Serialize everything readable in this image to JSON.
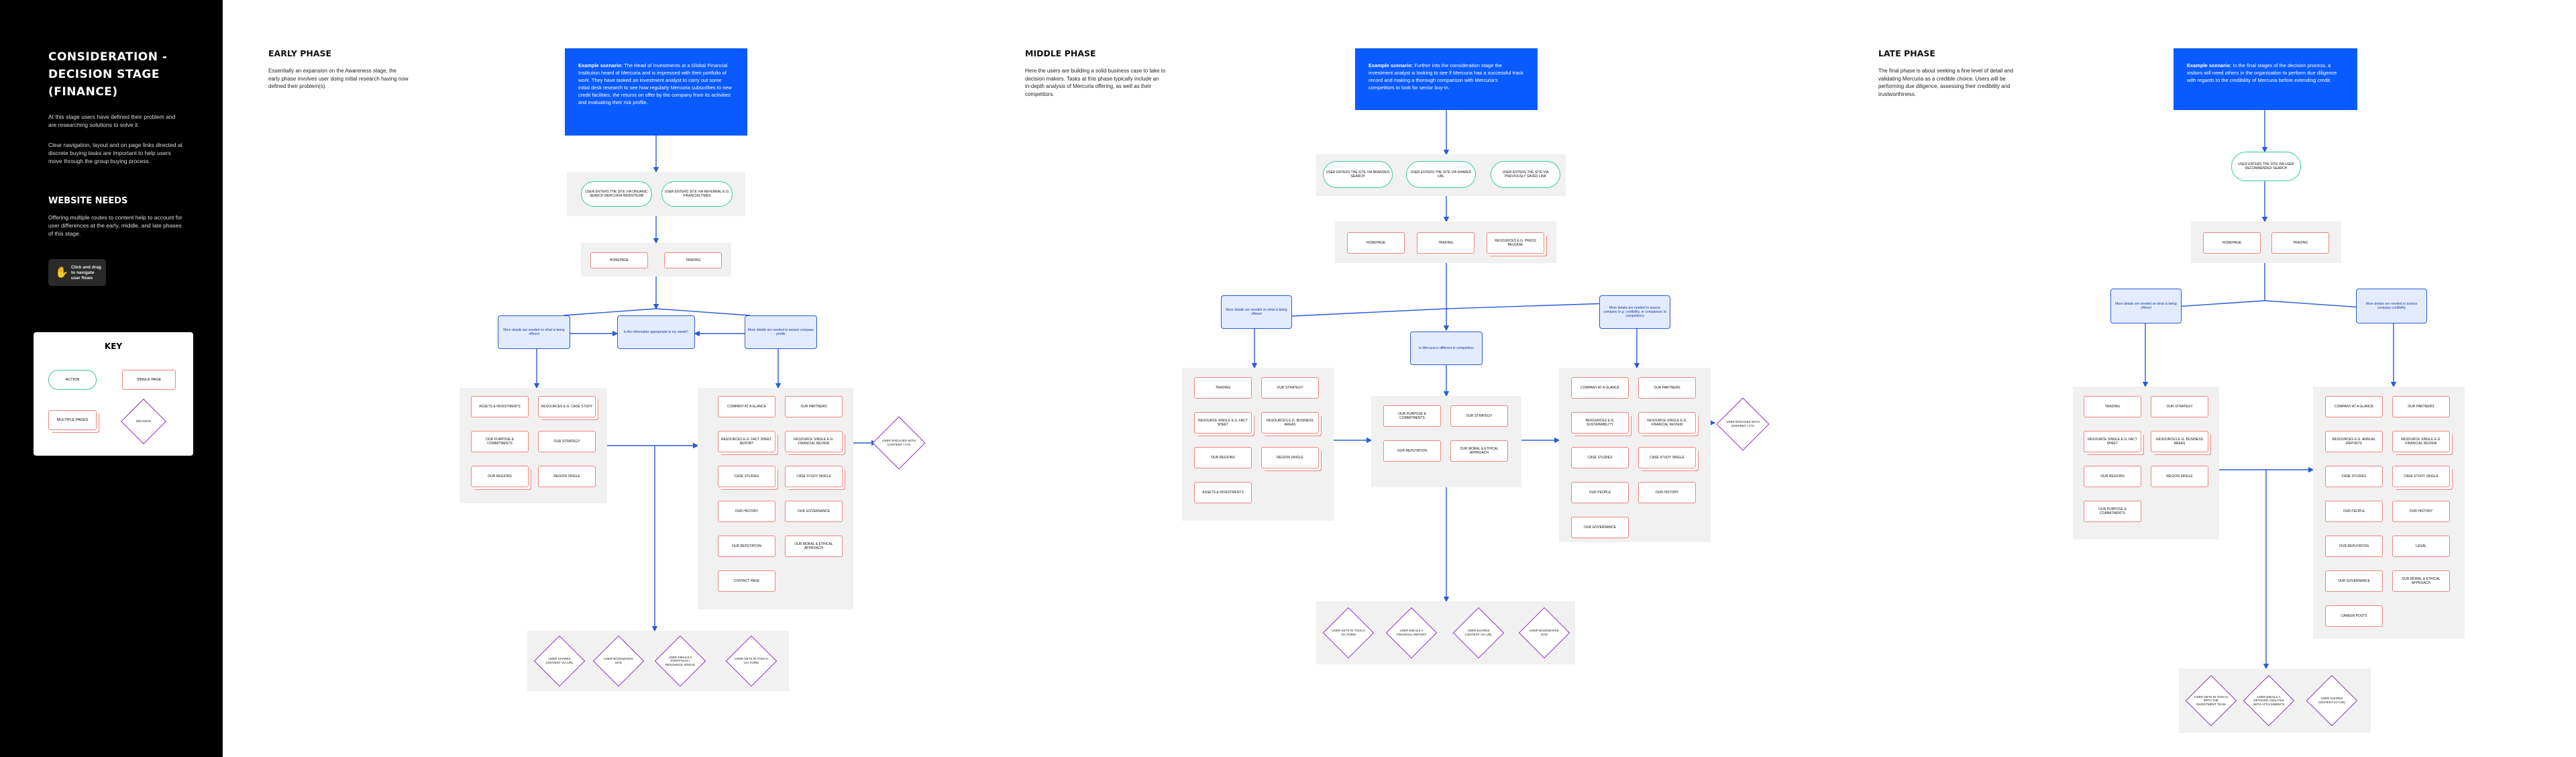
{
  "sidebar": {
    "title": "CONSIDERATION - DECISION STAGE (FINANCE)",
    "p1": "At this stage users have defined their problem and are researching solutions to solve it.",
    "p2": "Clear navigation, layout and on page links directed at discrete buying tasks are important to help users move through the group buying process.",
    "needs_title": "WEBSITE NEEDS",
    "needs_body": "Offering multiple routes to content help to account for user differences at the early, middle, and late phases of this stage.",
    "hint": "Click and drag to navigate user flows",
    "key": {
      "title": "KEY",
      "action": "ACTION",
      "single_page": "SINGLE PAGE",
      "multiple_pages": "MULTIPLE PAGES",
      "decision": "DECISION"
    }
  },
  "phases": {
    "early": {
      "title": "EARLY PHASE",
      "body": "Essentially an expansion on the Awareness stage, the early phase involves user doing initial research having now defined their problem(s).",
      "scenario_label": "Example scenario:",
      "scenario": "The Head of Investments at a Global Financial Institution heard of Mercuria and is impressed with their portfolio of work. They have tasked an investment analyst to carry out some initial desk research to see how regularly Mercuria subscribes to new credit facilities, the returns on offer by the company from its activities and evaluating their risk profile."
    },
    "middle": {
      "title": "MIDDLE PHASE",
      "body": "Here the users are building a solid business case to take to decision makers. Tasks at this phase typically include an in-depth analysis of Mercuria offering, as well as their competitors.",
      "scenario_label": "Example scenario:",
      "scenario": "Further into the consideration stage the investment analyst is looking to see if Mercuria has a successful track record and making a thorough comparison with Mercuria's competitors to look for senior buy-in."
    },
    "late": {
      "title": "LATE PHASE",
      "body": "The final phase is about seeking a fine level of detail and validating Mercuria as a credible choice. Users will be performing due diligence, assessing their credibility and trustworthiness.",
      "scenario_label": "Example scenario:",
      "scenario": "In the final stages of the decision process, a visitors will need others in the organisation to perform due diligence with regards to the credibility of Mercuria before extending credit."
    }
  },
  "early_flow": {
    "entry": [
      "USER ENTERS THE SITE VIA ORGANIC SEARCH MERCURIA WEBSITE/AB",
      "USER ENTERS SITE VIA REFERRAL e.g. FinancialTimes"
    ],
    "landing": [
      "HOMEPAGE",
      "TRADING"
    ],
    "decisions": [
      "More details are needed on what is being offered",
      "Is the information appropriate to my needs?",
      "More details are needed to assess company profile"
    ],
    "left_group": [
      "ASSETS & INVESTMENTS",
      "RESOURCES e.g. Case study",
      "OUR PURPOSE & COMMITMENTS",
      "OUR STRATEGY",
      "OUR REGIONS",
      "REGION SINGLE"
    ],
    "right_group": [
      "COMPANY AT A GLANCE",
      "OUR PARTNERS",
      "RESOURCES e.g. Fact sheet, report",
      "RESOURCE SINGLE e.g. Financial Review",
      "CASE STUDIES",
      "CASE STUDY SINGLE",
      "OUR HISTORY",
      "OUR GOVERNANCE",
      "OUR REPUTATION",
      "OUR MORAL & ETHICAL APPROACH",
      "CONTACT PAGE"
    ],
    "right_decision": "USER ENGAGES WITH CONTENT / CTA",
    "exits": [
      "USER SHARES CONTENT VIA URL",
      "USER BOOKMARKS SITE",
      "USER EMAILS A PORTFOLIO / RESOURCE SINGLE",
      "USER GETS IN TOUCH VIA FORM"
    ]
  },
  "middle_flow": {
    "entry": [
      "USER ENTERS THE SITE VIA BRANDED SEARCH",
      "USER ENTERS THE SITE VIA SHARED URL",
      "USER ENTERS THE SITE VIA PREVIOUSLY SAVED LINK"
    ],
    "landing": [
      "HOMEPAGE",
      "TRADING",
      "RESOURCES e.g. Press Release"
    ],
    "decisions": [
      "More details are needed on what is being offered",
      "Is Mercuria is different to competitors",
      "More details are needed to assess company (e.g. credibility, or comparison to competitors)"
    ],
    "left_group": [
      "TRADING",
      "OUR STRATEGY",
      "RESOURCE SINGLE e.g. Fact sheet",
      "RESOURCES e.g. Business Areas",
      "OUR REGIONS",
      "REGION SINGLE",
      "ASSETS & INVESTMENTS"
    ],
    "center_group": [
      "OUR PURPOSE & COMMITMENTS",
      "OUR STRATEGY",
      "OUR REPUTATION",
      "OUR MORAL & ETHICAL APPROACH"
    ],
    "right_group": [
      "COMPANY AT A GLANCE",
      "OUR PARTNERS",
      "RESOURCES e.g. Sustainability",
      "RESOURCE SINGLE e.g. Financial Review",
      "CASE STUDIES",
      "CASE STUDY SINGLE",
      "OUR PEOPLE",
      "OUR HISTORY",
      "OUR GOVERNANCE"
    ],
    "right_decision": "USER ENGAGES WITH CONTENT / CTA",
    "exits": [
      "USER GETS IN TOUCH VIA FORM",
      "USER EMAILS A FINANCIAL REPORT",
      "USER SHARES CONTENT VIA URL",
      "USER BOOKMARKS SITE"
    ]
  },
  "late_flow": {
    "entry": [
      "USER ENTERS THE SITE VIA USER RECOMMENDED SEARCH"
    ],
    "landing": [
      "HOMEPAGE",
      "TRADING"
    ],
    "decisions": [
      "More details are needed on what is being offered",
      "More details are needed to assess company credibility"
    ],
    "left_group": [
      "TRADING",
      "OUR STRATEGY",
      "RESOURCE SINGLE e.g. Fact sheet",
      "RESOURCES e.g. Business Areas",
      "OUR REGIONS",
      "REGION SINGLE",
      "OUR PURPOSE & COMMITMENTS"
    ],
    "right_group": [
      "COMPANY AT A GLANCE",
      "OUR PARTNERS",
      "RESOURCES e.g. annual reports",
      "RESOURCE SINGLE e.g. Financial Review",
      "CASE STUDIES",
      "CASE STUDY SINGLE",
      "OUR PEOPLE",
      "OUR HISTORY",
      "OUR REPUTATION",
      "LEGAL",
      "OUR GOVERNANCE",
      "OUR MORAL & ETHICAL APPROACH",
      "CAREER POSTS"
    ],
    "exits": [
      "USER GETS IN TOUCH WITH THE INVESTMENT TEAM",
      "USER EMAILS A DETAILED ANALYSIS WITH ATTACHMENTS",
      "USER SHARES CONTENT VIA URL"
    ]
  },
  "colors": {
    "blue": "#0a5bff",
    "green_pill": "#34c9a4",
    "red_box": "#f0857e",
    "purple_diamond": "#8b2fc9",
    "arrow": "#2a5bd7"
  }
}
